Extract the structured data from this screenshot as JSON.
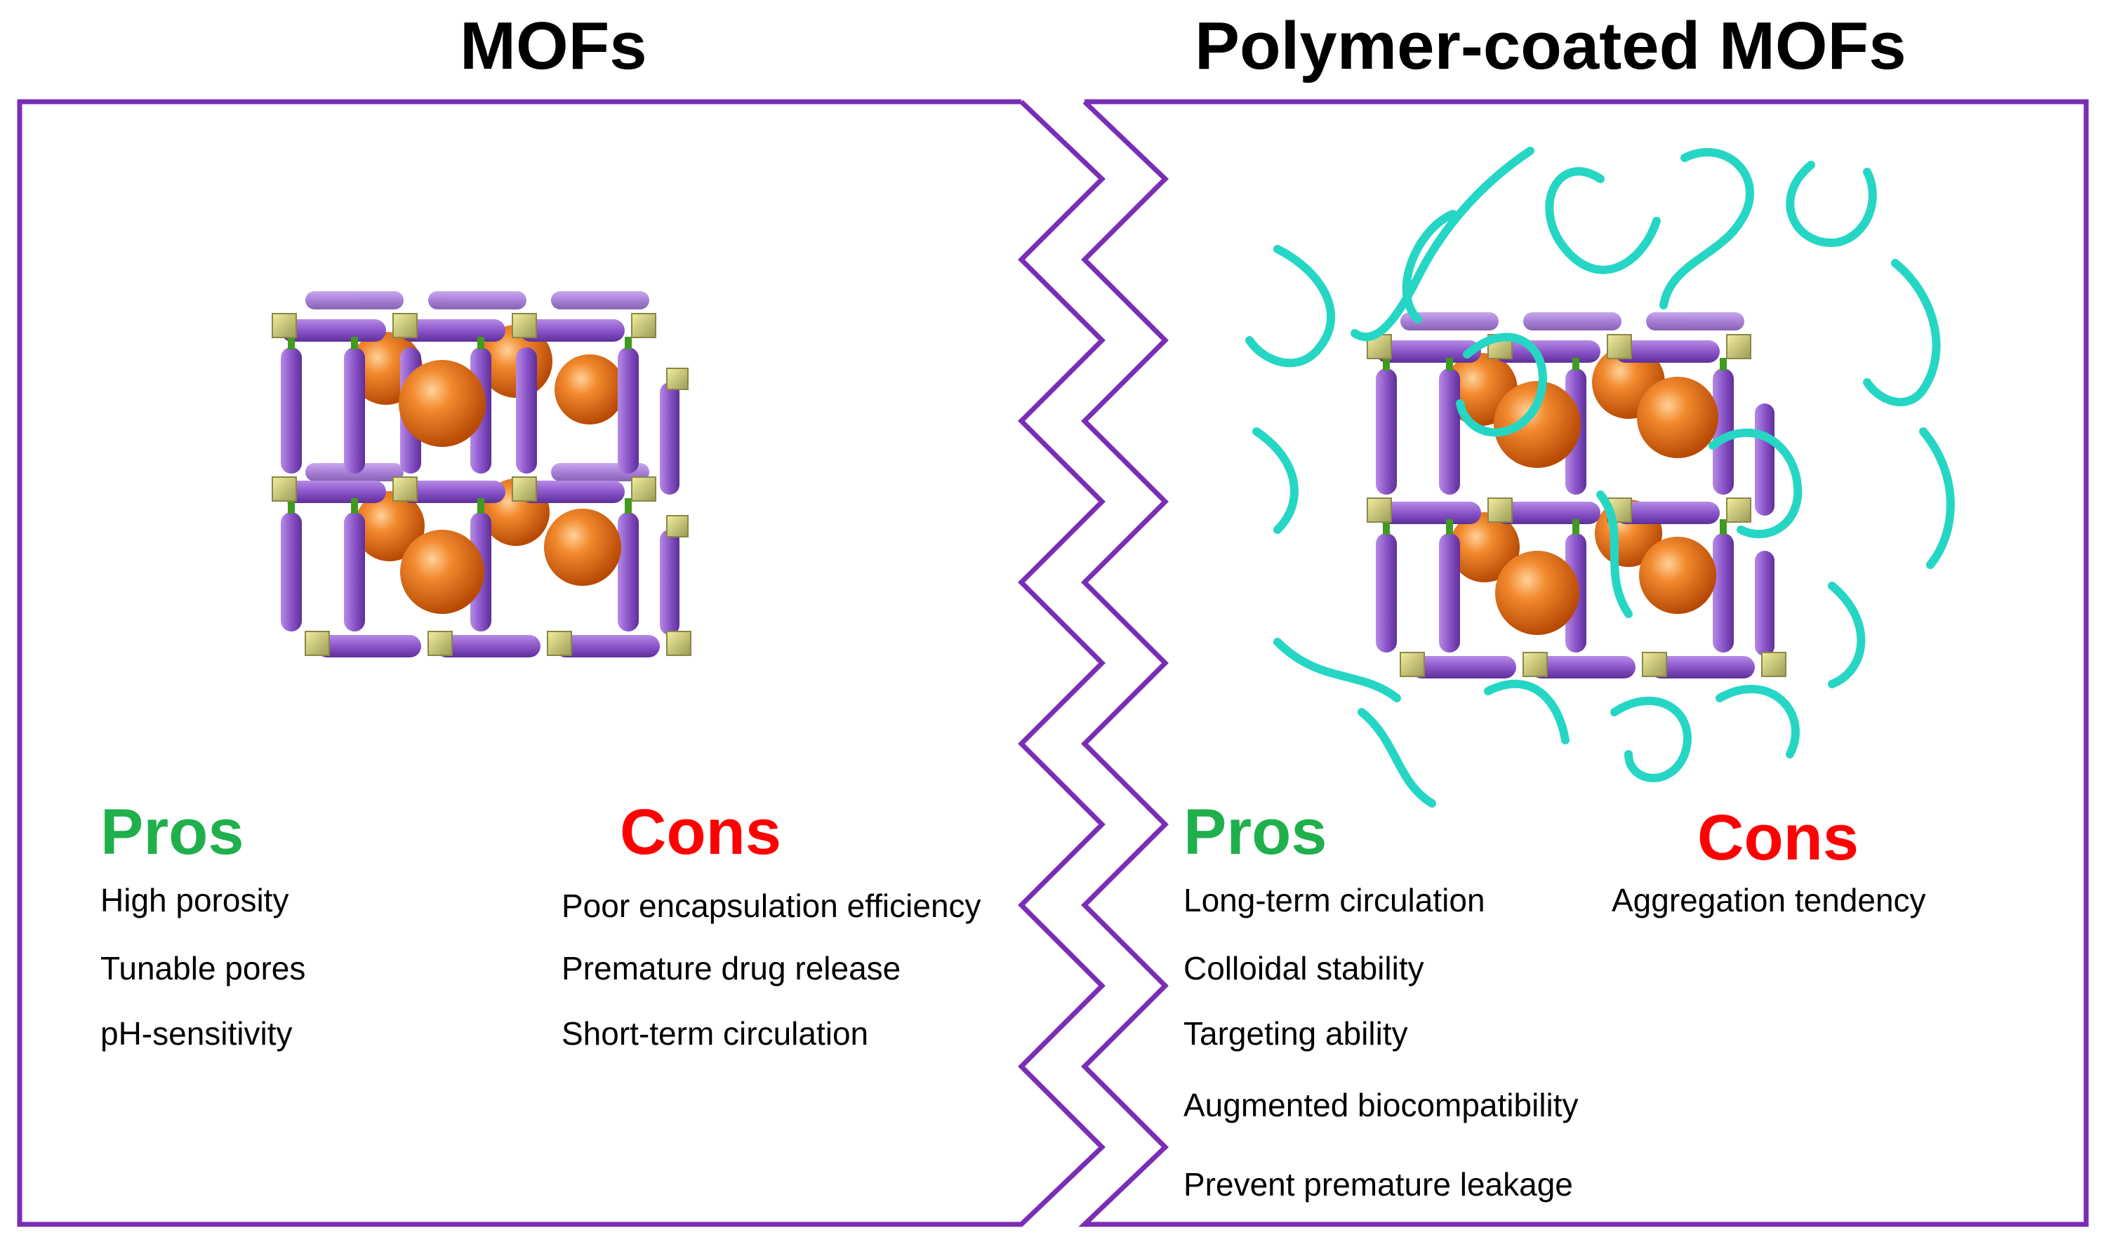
{
  "colors": {
    "frame": "#7a2db5",
    "strut": "#8b55c9",
    "strut_dark": "#5e2f99",
    "node": "#c9c27a",
    "joint": "#3f9a1f",
    "sphere": "#f07a22",
    "polymer": "#26d6c4",
    "pros": "#1fb04c",
    "cons": "#ff0000"
  },
  "icons": {
    "mof_left": "mof-cube-icon",
    "mof_right": "polymer-coated-mof-icon"
  },
  "left": {
    "title": "MOFs",
    "pros": {
      "heading": "Pros",
      "items": [
        "High porosity",
        "Tunable pores",
        "pH-sensitivity"
      ]
    },
    "cons": {
      "heading": "Cons",
      "items": [
        "Poor encapsulation efficiency",
        "Premature drug release",
        "Short-term circulation"
      ]
    }
  },
  "right": {
    "title": "Polymer-coated MOFs",
    "pros": {
      "heading": "Pros",
      "items": [
        "Long-term circulation",
        "Colloidal stability",
        "Targeting ability",
        "Augmented biocompatibility",
        "Prevent premature leakage"
      ]
    },
    "cons": {
      "heading": "Cons",
      "items": [
        "Aggregation tendency"
      ]
    }
  }
}
